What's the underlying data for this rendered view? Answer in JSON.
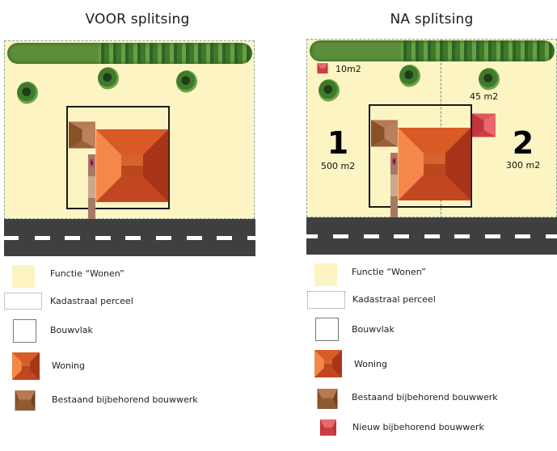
{
  "titles": {
    "before": "VOOR splitsing",
    "after": "NA splitsing"
  },
  "after_plan": {
    "parcels": [
      {
        "number": "1",
        "area": "500 m2"
      },
      {
        "number": "2",
        "area": "300 m2"
      }
    ],
    "new_annex_small_label": "10m2",
    "new_annex_large_label": "45 m2"
  },
  "legend_before": [
    {
      "icon": "wonen-swatch",
      "label": "Functie “Wonen”"
    },
    {
      "icon": "kadastraal-swatch",
      "label": "Kadastraal perceel"
    },
    {
      "icon": "bouwvlak-swatch",
      "label": "Bouwvlak"
    },
    {
      "icon": "woning-swatch",
      "label": "Woning"
    },
    {
      "icon": "bestaand-swatch",
      "label": "Bestaand bijbehorend bouwwerk"
    }
  ],
  "legend_after": [
    {
      "icon": "wonen-swatch",
      "label": "Functie “Wonen”"
    },
    {
      "icon": "kadastraal-swatch",
      "label": "Kadastraal perceel"
    },
    {
      "icon": "bouwvlak-swatch",
      "label": "Bouwvlak"
    },
    {
      "icon": "woning-swatch",
      "label": "Woning"
    },
    {
      "icon": "bestaand-swatch",
      "label": "Bestaand bijbehorend bouwwerk"
    },
    {
      "icon": "nieuw-swatch",
      "label": "Nieuw bijbehorend bouwwerk"
    }
  ],
  "colors": {
    "wonen": "#fdf4c4",
    "road": "#3f3f41",
    "woning": "#d9582a",
    "bestaand": "#a9714a",
    "nieuw": "#d9434a"
  }
}
